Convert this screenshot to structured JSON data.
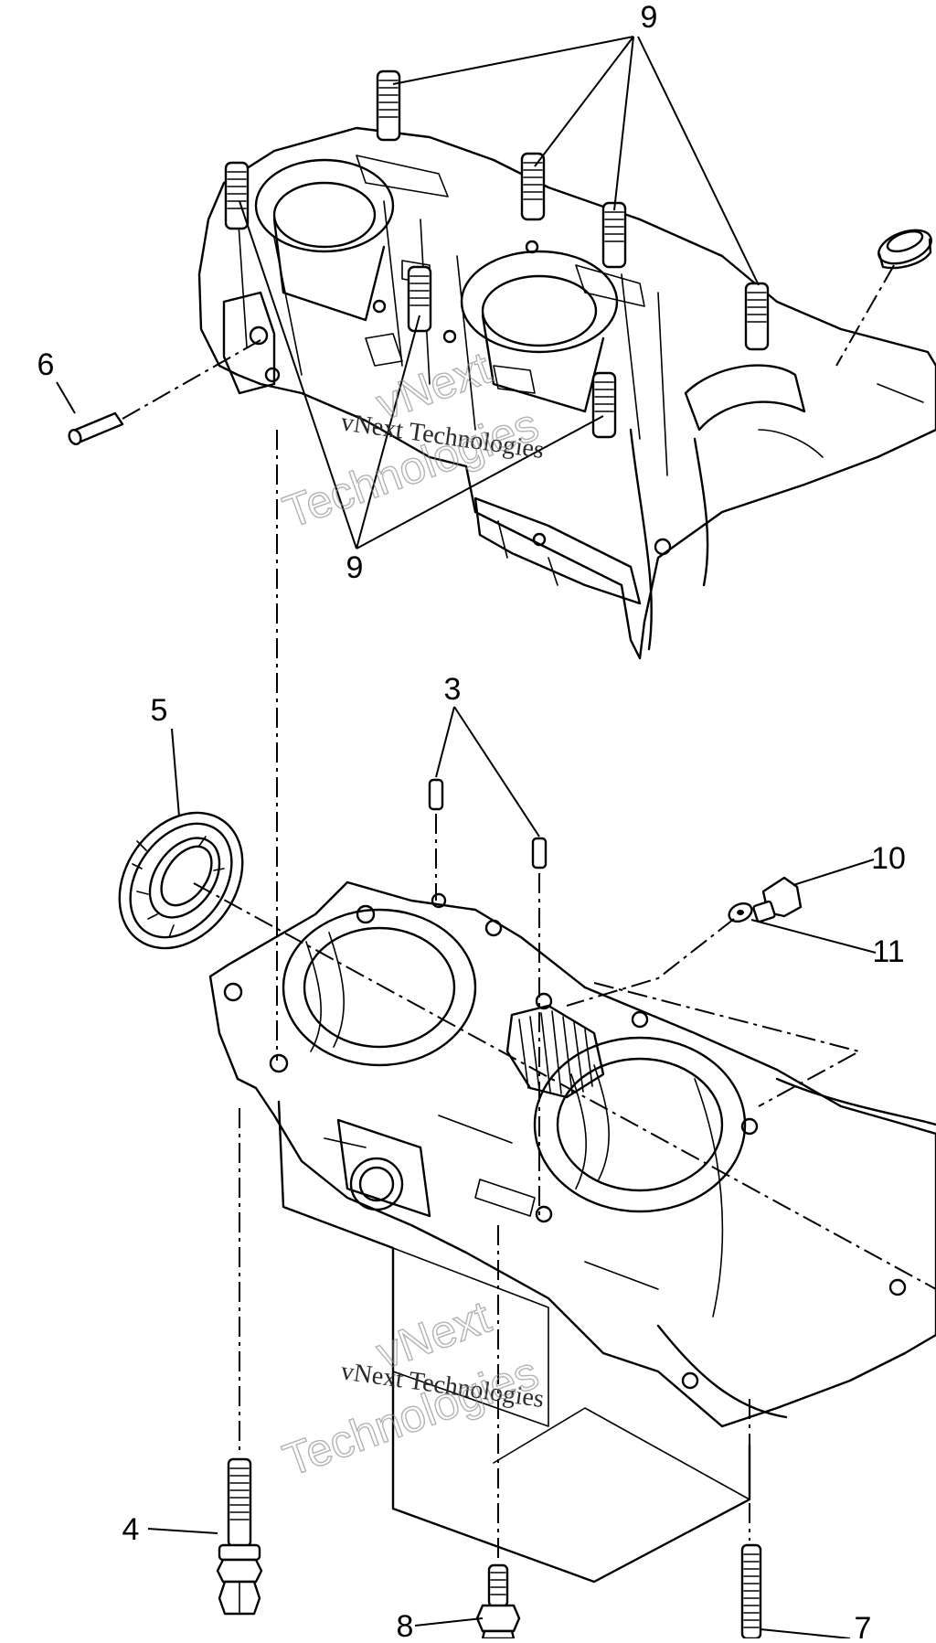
{
  "diagram": {
    "callouts": {
      "c9_top": "9",
      "c9_bottom": "9",
      "c6": "6",
      "c5": "5",
      "c3": "3",
      "c10": "10",
      "c11": "11",
      "c4": "4",
      "c8": "8",
      "c7": "7"
    },
    "watermarks": {
      "upper_line1": "vNext Technologies",
      "upper_line2": "vNext",
      "upper_line3": "Technologies",
      "lower_line1": "vNext Technologies",
      "lower_line2": "vNext",
      "lower_line3": "Technologies"
    }
  }
}
